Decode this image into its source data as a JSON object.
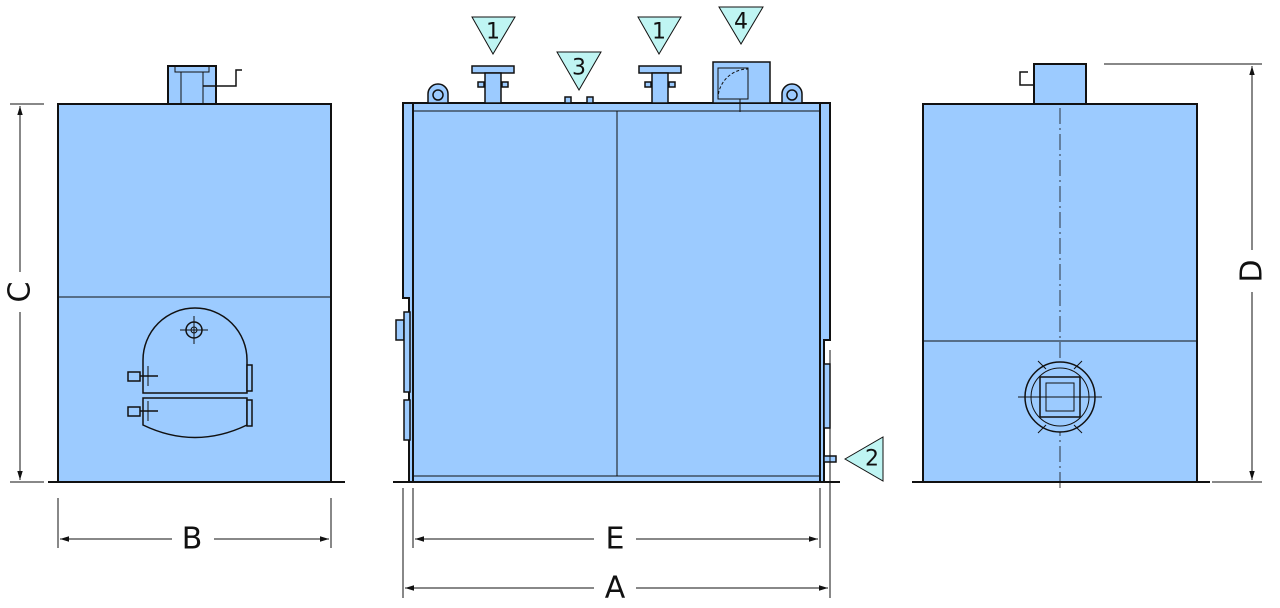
{
  "dimensions": {
    "A": "A",
    "B": "B",
    "C": "C",
    "D": "D",
    "E": "E"
  },
  "markers": {
    "nozzle_left": "1",
    "nozzle_right": "1",
    "side_outlet": "2",
    "top_fitting": "3",
    "top_hatch": "4"
  },
  "colors": {
    "body_fill": "#9ccbff",
    "marker_fill": "#bff5f3",
    "line": "#111111"
  }
}
